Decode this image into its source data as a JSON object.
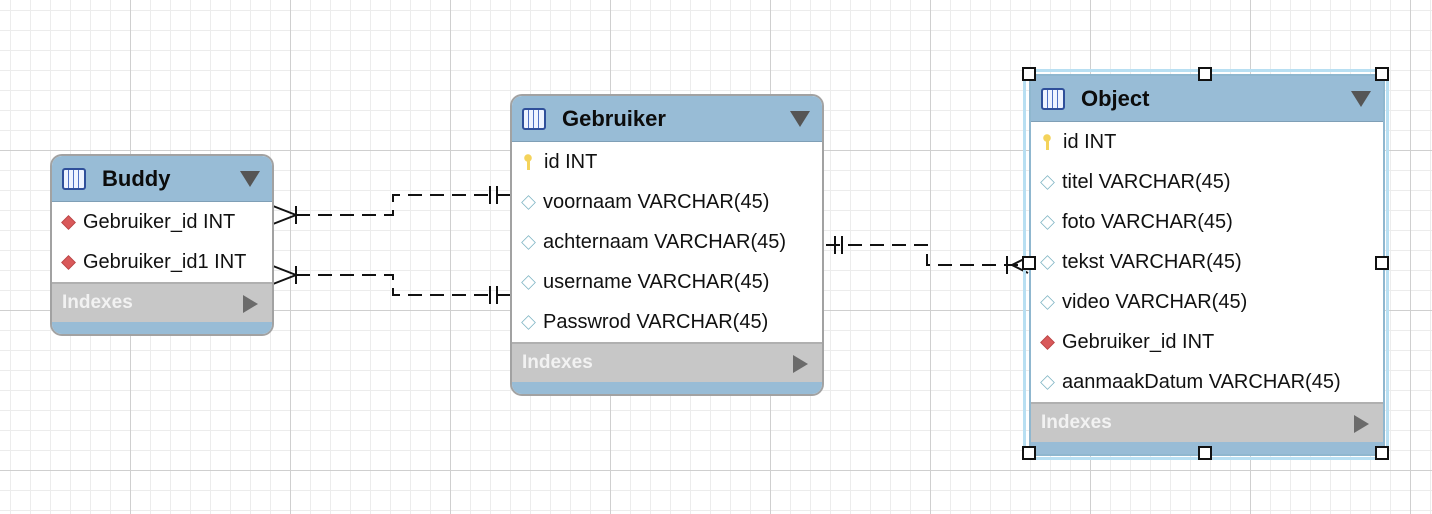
{
  "tables": {
    "buddy": {
      "title": "Buddy",
      "columns": [
        {
          "text": "Gebruiker_id INT",
          "icon": "foreign-key-icon"
        },
        {
          "text": "Gebruiker_id1 INT",
          "icon": "foreign-key-icon"
        }
      ],
      "indexes_label": "Indexes"
    },
    "gebruiker": {
      "title": "Gebruiker",
      "columns": [
        {
          "text": "id INT",
          "icon": "primary-key-icon"
        },
        {
          "text": "voornaam VARCHAR(45)",
          "icon": "column-icon"
        },
        {
          "text": "achternaam VARCHAR(45)",
          "icon": "column-icon"
        },
        {
          "text": "username VARCHAR(45)",
          "icon": "column-icon"
        },
        {
          "text": "Passwrod VARCHAR(45)",
          "icon": "column-icon"
        }
      ],
      "indexes_label": "Indexes"
    },
    "object": {
      "title": "Object",
      "columns": [
        {
          "text": "id INT",
          "icon": "primary-key-icon"
        },
        {
          "text": "titel VARCHAR(45)",
          "icon": "column-icon"
        },
        {
          "text": "foto VARCHAR(45)",
          "icon": "column-icon"
        },
        {
          "text": "tekst VARCHAR(45)",
          "icon": "column-icon"
        },
        {
          "text": "video VARCHAR(45)",
          "icon": "column-icon"
        },
        {
          "text": "Gebruiker_id INT",
          "icon": "foreign-key-icon"
        },
        {
          "text": "aanmaakDatum VARCHAR(45)",
          "icon": "column-icon"
        }
      ],
      "indexes_label": "Indexes"
    }
  },
  "colors": {
    "table_header": "#98bcd6",
    "indexes_bar": "#c7c7c7",
    "selection": "#b8dff2",
    "connector": "#111111"
  }
}
